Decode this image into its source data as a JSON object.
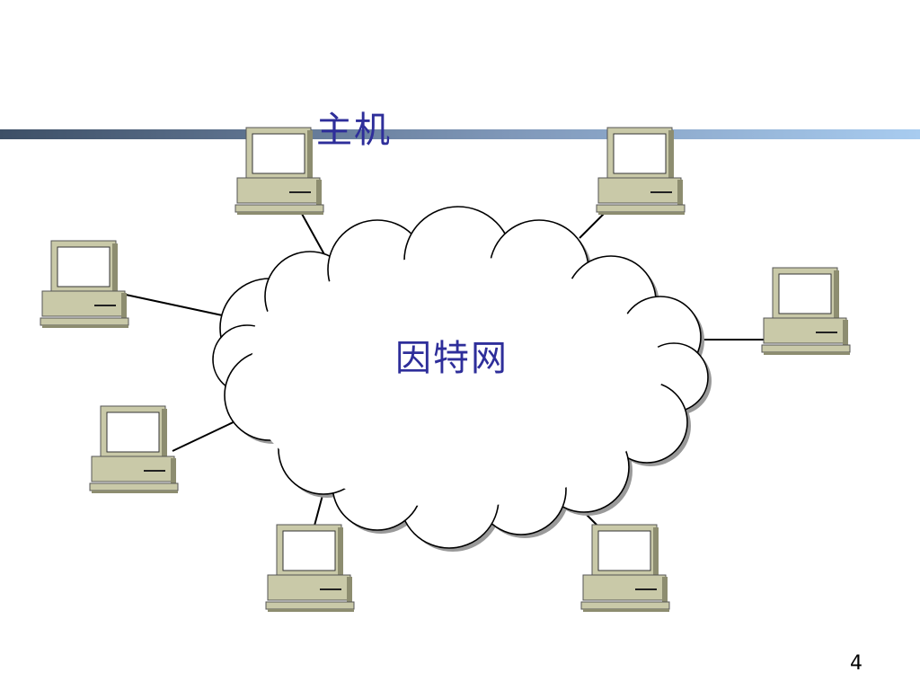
{
  "slide": {
    "host_label": "主机",
    "cloud_label": "因特网",
    "page_number": "4"
  },
  "computers": [
    {
      "id": "top-left"
    },
    {
      "id": "top-right"
    },
    {
      "id": "left-upper"
    },
    {
      "id": "right"
    },
    {
      "id": "left-lower"
    },
    {
      "id": "bottom-left"
    },
    {
      "id": "bottom-right"
    }
  ],
  "colors": {
    "title_bar_dark": "#3d4f66",
    "title_bar_light": "#a8ccf0",
    "computer_body": "#c9c9a8",
    "computer_shadow": "#8d8d70",
    "label_text": "#2e2e9a"
  }
}
